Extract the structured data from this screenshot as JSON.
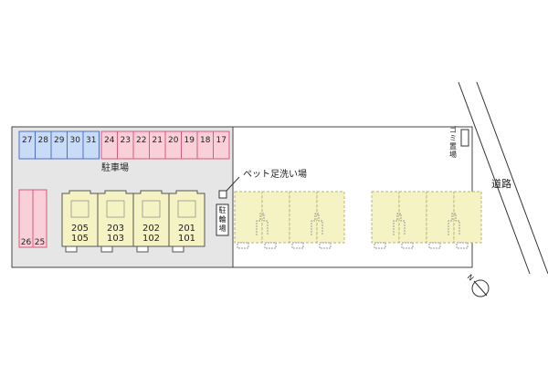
{
  "parking": {
    "label": "駐車場",
    "spaces_blue": [
      "27",
      "28",
      "29",
      "30",
      "31"
    ],
    "spaces_pink": [
      "24",
      "23",
      "22",
      "21",
      "20",
      "19",
      "18",
      "17"
    ],
    "spaces_side": [
      "26",
      "25"
    ]
  },
  "units": [
    {
      "upper": "205",
      "lower": "105"
    },
    {
      "upper": "203",
      "lower": "103"
    },
    {
      "upper": "202",
      "lower": "102"
    },
    {
      "upper": "201",
      "lower": "101"
    }
  ],
  "bicycle_parking": "駐輪場",
  "pet_wash": "ペット足洗い場",
  "garbage": "ゴミ置場",
  "road": "道路",
  "north_label": "N",
  "colors": {
    "parking_blue": "#c9dcf7",
    "parking_blue_border": "#4e6fc9",
    "parking_pink": "#f9cfda",
    "parking_pink_border": "#d95a7a",
    "building_fill": "#f5f3c4",
    "lot_fill": "#e6e6e6"
  }
}
